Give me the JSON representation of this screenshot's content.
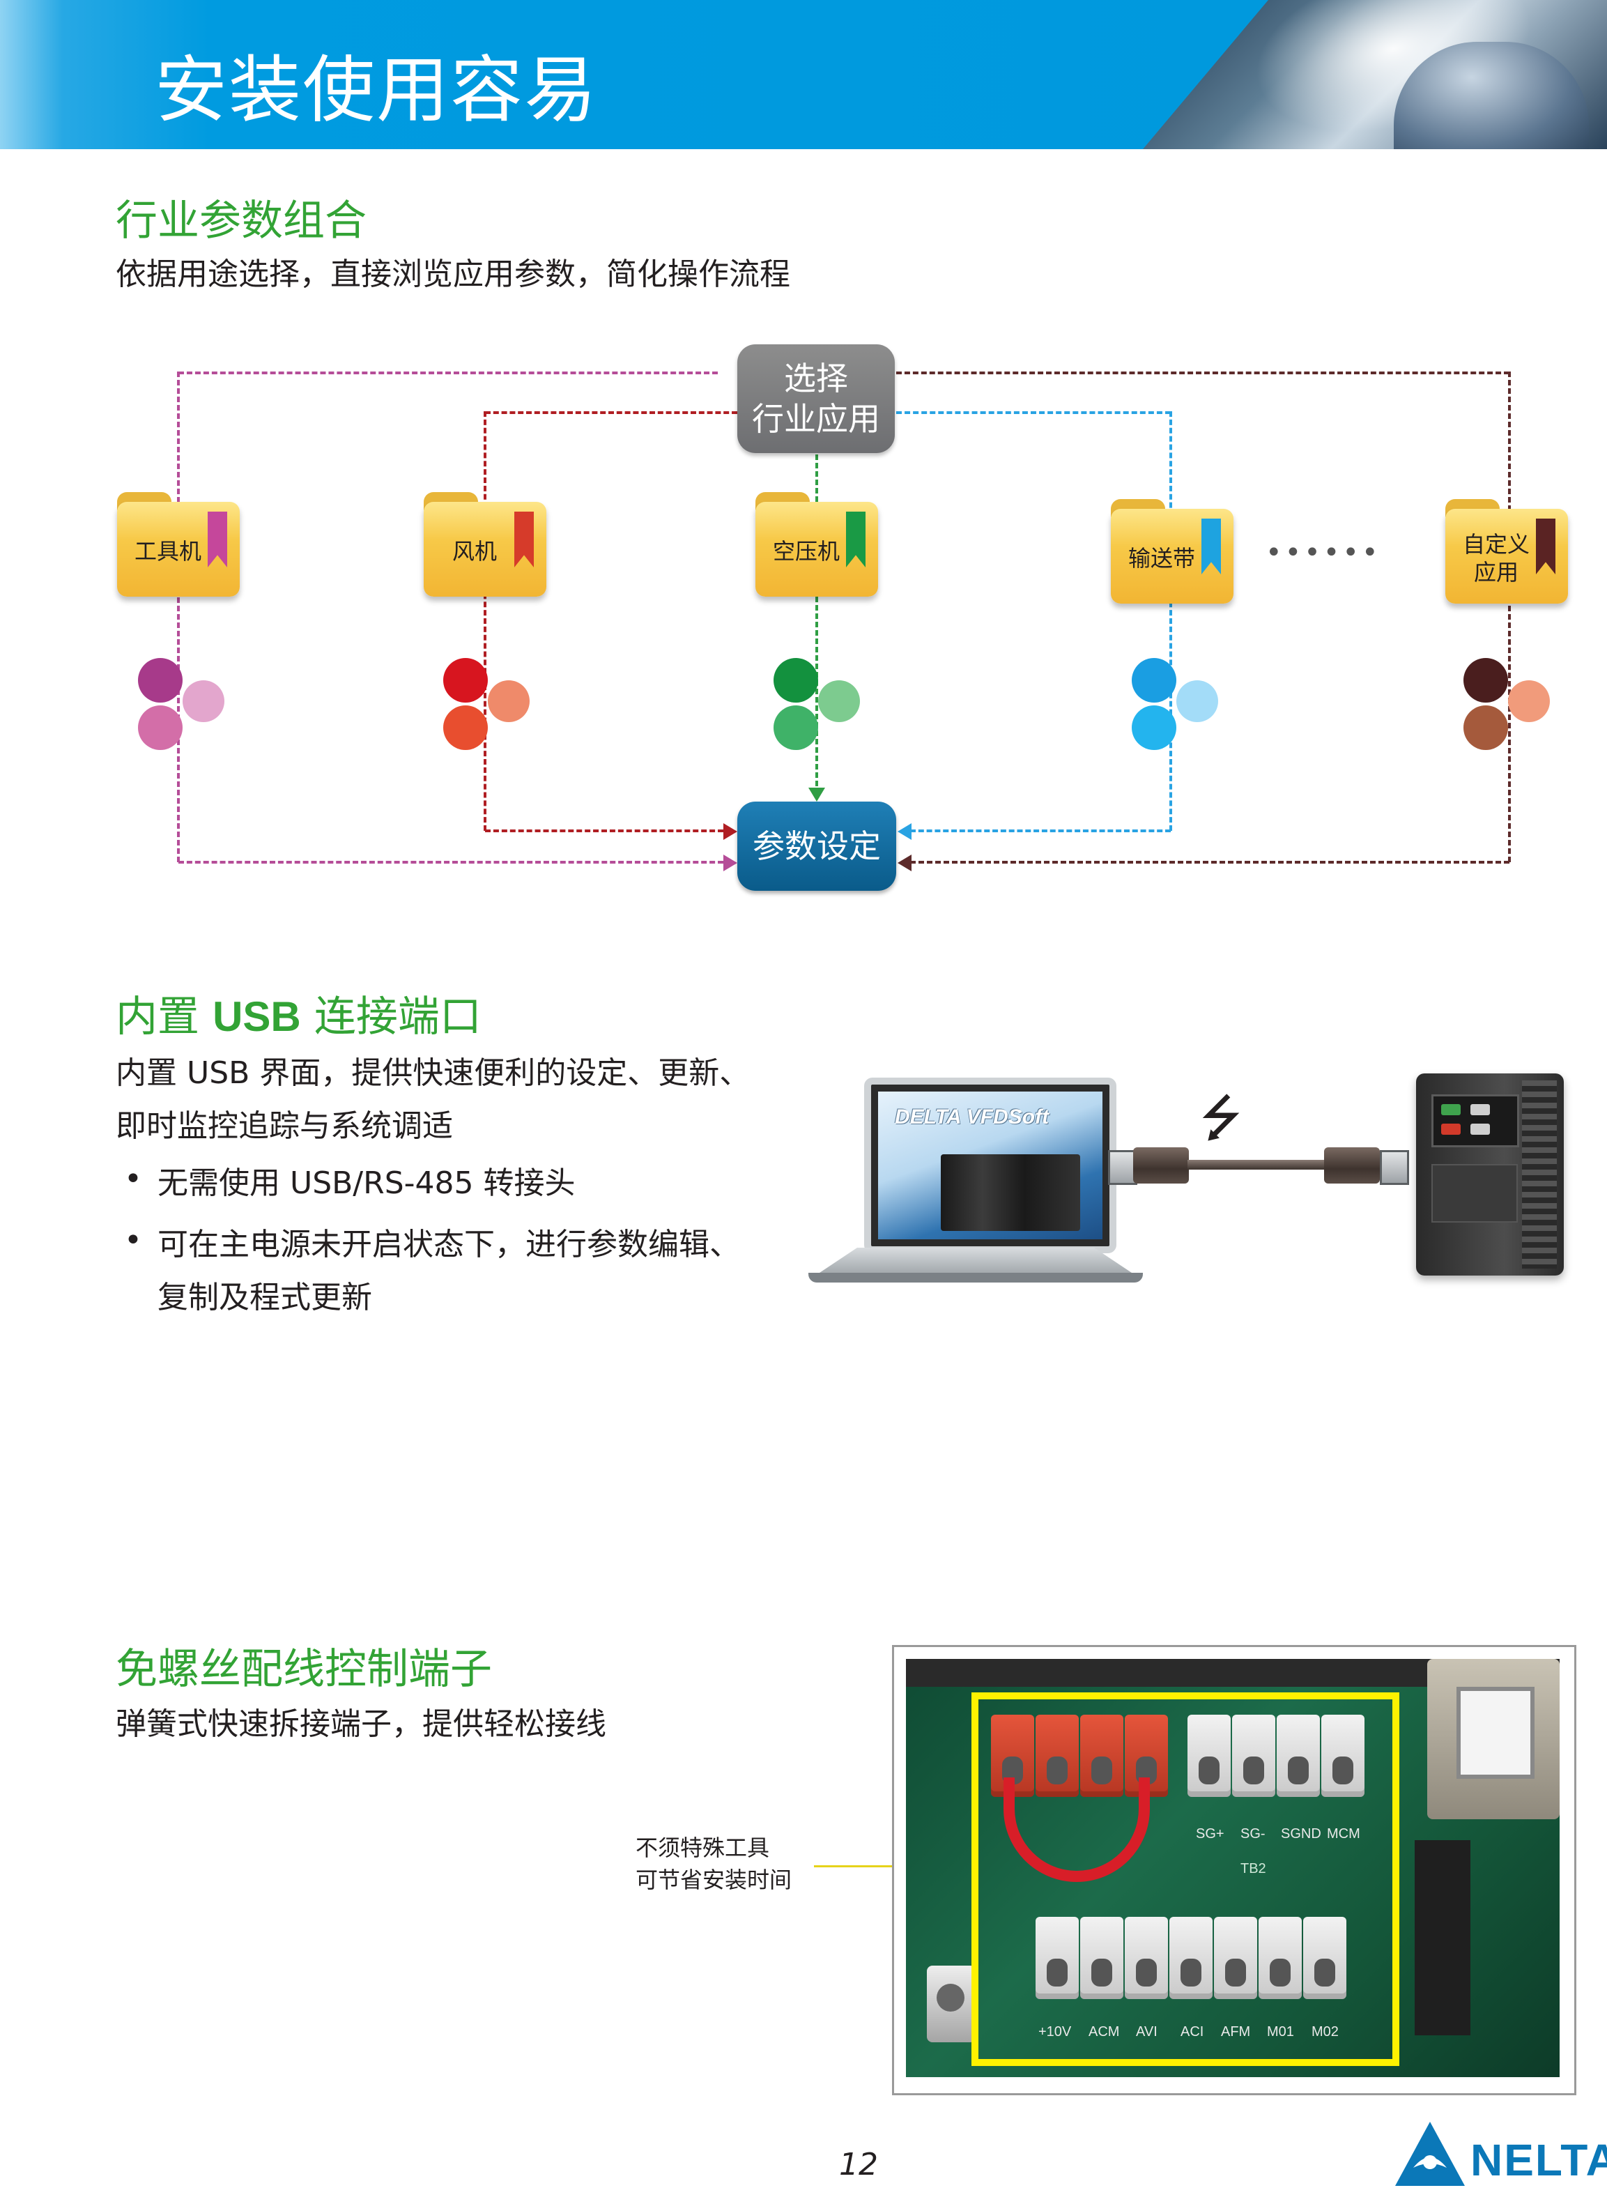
{
  "header": {
    "title": "安装使用容易"
  },
  "section1": {
    "title": "行业参数组合",
    "subtitle": "依据用途选择，直接浏览应用参数，简化操作流程",
    "diagram": {
      "select_line1": "选择",
      "select_line2": "行业应用",
      "param_label": "参数设定",
      "ellipsis": "••••••",
      "folders": [
        {
          "label": "工具机",
          "ribbon": "#c5479b"
        },
        {
          "label": "风机",
          "ribbon": "#d63b2a"
        },
        {
          "label": "空压机",
          "ribbon": "#1a9a45"
        },
        {
          "label": "输送带",
          "ribbon": "#1ea3e0"
        },
        {
          "label": "自定义\n应用",
          "ribbon": "#5a2323"
        }
      ],
      "line_colors": [
        "#b54d98",
        "#b01e23",
        "#2f9e43",
        "#29a3e3",
        "#5d2b2b"
      ]
    }
  },
  "section2": {
    "title_pre": "内置",
    "title_bold": "USB",
    "title_post": "连接端口",
    "desc_line1": "内置 USB 界面，提供快速便利的设定、更新、",
    "desc_line2": "即时监控追踪与系统调适",
    "bullet1": "无需使用 USB/RS-485 转接头",
    "bullet2_line1": "可在主电源未开启状态下，进行参数编辑、",
    "bullet2_line2": "复制及程式更新",
    "bullet_symbol": "•",
    "screen_title": "DELTA VFDSoft",
    "usb_symbol": "⭍"
  },
  "section3": {
    "title": "免螺丝配线控制端子",
    "subtitle": "弹簧式快速拆接端子，提供轻松接线",
    "callout_line1": "不须特殊工具",
    "callout_line2": "可节省安装时间",
    "top_terminal_labels": [
      "SG+",
      "SG-",
      "SGND",
      "MCM"
    ],
    "bottom_terminal_labels": [
      "+10V",
      "ACM",
      "AVI",
      "ACI",
      "AFM",
      "M01",
      "M02"
    ],
    "board_text": "TB2"
  },
  "footer": {
    "page_number": "12",
    "logo_text": "NELTA"
  }
}
